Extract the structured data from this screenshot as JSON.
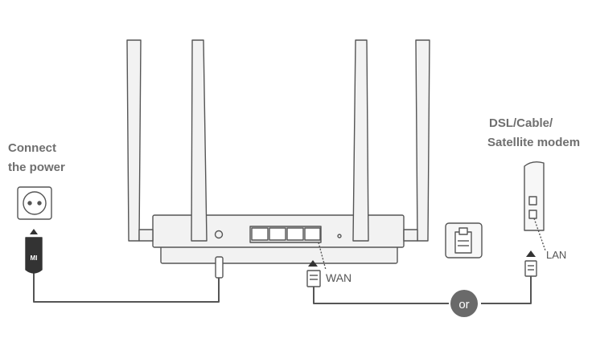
{
  "labels": {
    "power_line1": "Connect",
    "power_line2": "the power",
    "modem_line1": "DSL/Cable/",
    "modem_line2": "Satellite modem",
    "wan": "WAN",
    "lan": "LAN",
    "or": "or",
    "adapter_brand": "MI"
  },
  "colors": {
    "line": "#555555",
    "fill": "#f2f2f2",
    "dark": "#333333"
  }
}
